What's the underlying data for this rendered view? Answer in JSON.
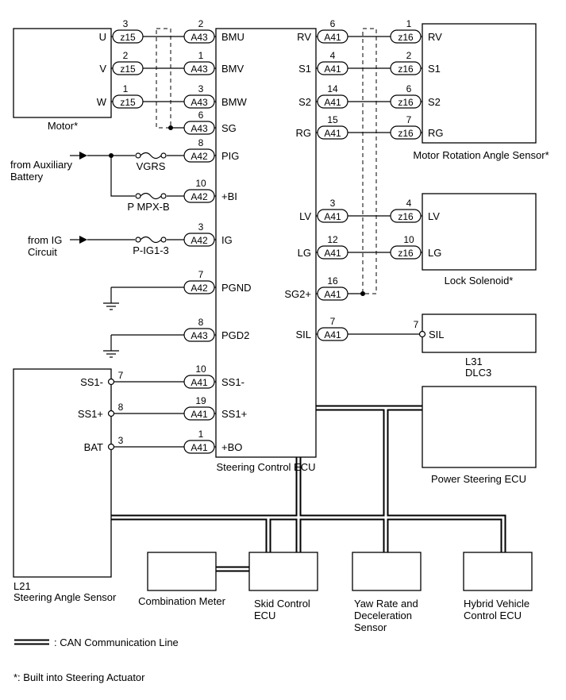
{
  "ecu": {
    "name": "Steering Control ECU",
    "left_pins": [
      {
        "id": "bmu",
        "pin": "2",
        "conn": "A43",
        "label": "BMU"
      },
      {
        "id": "bmv",
        "pin": "1",
        "conn": "A43",
        "label": "BMV"
      },
      {
        "id": "bmw",
        "pin": "3",
        "conn": "A43",
        "label": "BMW"
      },
      {
        "id": "sg",
        "pin": "6",
        "conn": "A43",
        "label": "SG"
      },
      {
        "id": "pig",
        "pin": "8",
        "conn": "A42",
        "label": "PIG"
      },
      {
        "id": "bi",
        "pin": "10",
        "conn": "A42",
        "label": "+BI"
      },
      {
        "id": "ig",
        "pin": "3",
        "conn": "A42",
        "label": "IG"
      },
      {
        "id": "pgnd",
        "pin": "7",
        "conn": "A42",
        "label": "PGND"
      },
      {
        "id": "pgd2",
        "pin": "8",
        "conn": "A43",
        "label": "PGD2"
      },
      {
        "id": "ss1m",
        "pin": "10",
        "conn": "A41",
        "label": "SS1-"
      },
      {
        "id": "ss1p",
        "pin": "19",
        "conn": "A41",
        "label": "SS1+"
      },
      {
        "id": "bo",
        "pin": "1",
        "conn": "A41",
        "label": "+BO"
      }
    ],
    "right_pins": [
      {
        "id": "rv",
        "pin": "6",
        "conn": "A41",
        "label": "RV"
      },
      {
        "id": "s1",
        "pin": "4",
        "conn": "A41",
        "label": "S1"
      },
      {
        "id": "s2",
        "pin": "14",
        "conn": "A41",
        "label": "S2"
      },
      {
        "id": "rg",
        "pin": "15",
        "conn": "A41",
        "label": "RG"
      },
      {
        "id": "lv",
        "pin": "3",
        "conn": "A41",
        "label": "LV"
      },
      {
        "id": "lg",
        "pin": "12",
        "conn": "A41",
        "label": "LG"
      },
      {
        "id": "sg2",
        "pin": "16",
        "conn": "A41",
        "label": "SG2+"
      },
      {
        "id": "sil",
        "pin": "7",
        "conn": "A41",
        "label": "SIL"
      }
    ]
  },
  "motor": {
    "name": "Motor*",
    "pins": [
      {
        "id": "u",
        "label": "U",
        "pin": "3",
        "conn": "z15"
      },
      {
        "id": "v",
        "label": "V",
        "pin": "2",
        "conn": "z15"
      },
      {
        "id": "w",
        "label": "W",
        "pin": "1",
        "conn": "z15"
      }
    ]
  },
  "sensor": {
    "name": "Motor Rotation Angle Sensor*",
    "pins": [
      {
        "id": "rv",
        "label": "RV",
        "pin": "1",
        "conn": "z16"
      },
      {
        "id": "s1",
        "label": "S1",
        "pin": "2",
        "conn": "z16"
      },
      {
        "id": "s2",
        "label": "S2",
        "pin": "6",
        "conn": "z16"
      },
      {
        "id": "rg",
        "label": "RG",
        "pin": "7",
        "conn": "z16"
      }
    ]
  },
  "solenoid": {
    "name": "Lock Solenoid*",
    "pins": [
      {
        "id": "lv",
        "label": "LV",
        "pin": "4",
        "conn": "z16"
      },
      {
        "id": "lg",
        "label": "LG",
        "pin": "10",
        "conn": "z16"
      }
    ]
  },
  "dlc3": {
    "pin": "7",
    "label": "SIL",
    "code": "L31",
    "name": "DLC3"
  },
  "steering_sensor": {
    "code": "L21",
    "name": "Steering Angle Sensor",
    "pins": [
      {
        "id": "ss1m",
        "label": "SS1-",
        "pin": "7"
      },
      {
        "id": "ss1p",
        "label": "SS1+",
        "pin": "8"
      },
      {
        "id": "bat",
        "label": "BAT",
        "pin": "3"
      }
    ]
  },
  "power": {
    "aux_line1": "from Auxiliary",
    "aux_line2": "Battery",
    "ig_line1": "from IG",
    "ig_line2": "Circuit",
    "fuse_vgrs": "VGRS",
    "fuse_mpxb": "P MPX-B",
    "fuse_ig": "P-IG1-3"
  },
  "modules": {
    "power_steering": "Power Steering ECU",
    "combination_meter": "Combination Meter",
    "skid_line1": "Skid Control",
    "skid_line2": "ECU",
    "yaw_line1": "Yaw Rate and",
    "yaw_line2": "Deceleration",
    "yaw_line3": "Sensor",
    "hybrid_line1": "Hybrid Vehicle",
    "hybrid_line2": "Control ECU"
  },
  "legend": {
    "can_label": ": CAN Communication Line",
    "footnote": "*: Built into Steering Actuator"
  },
  "colors": {
    "line": "#000000",
    "background": "#ffffff"
  }
}
